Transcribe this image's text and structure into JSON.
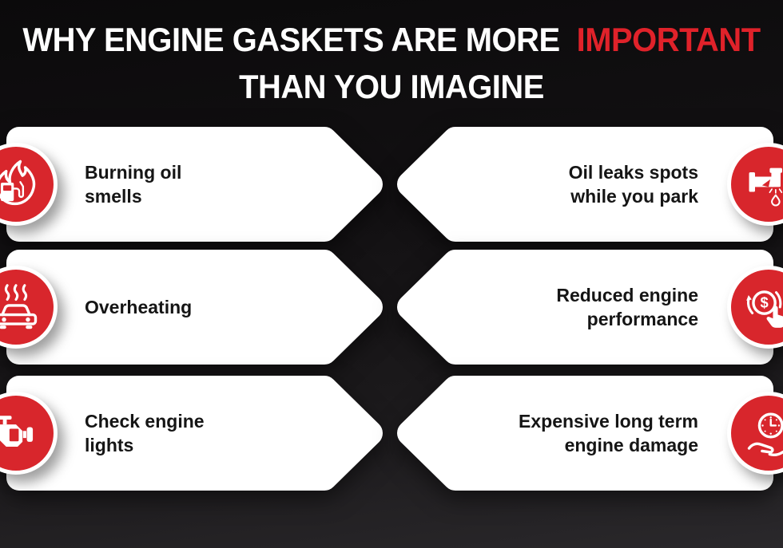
{
  "title": {
    "line1_white": "WHY ENGINE GASKETS ARE MORE",
    "line1_red": "IMPORTANT",
    "line2": "THAN YOU IMAGINE"
  },
  "colors": {
    "accent_red": "#d8262c",
    "title_red": "#e0222a",
    "card_bg": "#ffffff",
    "card_text": "#151515",
    "bg_top": "#0b0a0b",
    "bg_bottom": "#2a282b"
  },
  "cards": [
    {
      "id": "burning-oil-smells",
      "side": "left",
      "row": 1,
      "line1": "Burning oil",
      "line2": "smells",
      "icon": "burning-fuel-icon"
    },
    {
      "id": "overheating",
      "side": "left",
      "row": 2,
      "line1": "Overheating",
      "line2": "",
      "icon": "overheating-car-icon"
    },
    {
      "id": "check-engine-lights",
      "side": "left",
      "row": 3,
      "line1": "Check engine",
      "line2": "lights",
      "icon": "check-engine-icon"
    },
    {
      "id": "oil-leak-spots",
      "side": "right",
      "row": 1,
      "line1": "Oil leaks spots",
      "line2": "while you park",
      "icon": "oil-leak-icon"
    },
    {
      "id": "reduced-engine-performance",
      "side": "right",
      "row": 2,
      "line1": "Reduced engine",
      "line2": "performance",
      "icon": "money-loss-icon"
    },
    {
      "id": "expensive-long-term-engine-damage",
      "side": "right",
      "row": 3,
      "line1": "Expensive long term",
      "line2": "engine damage",
      "icon": "time-cost-icon"
    }
  ]
}
